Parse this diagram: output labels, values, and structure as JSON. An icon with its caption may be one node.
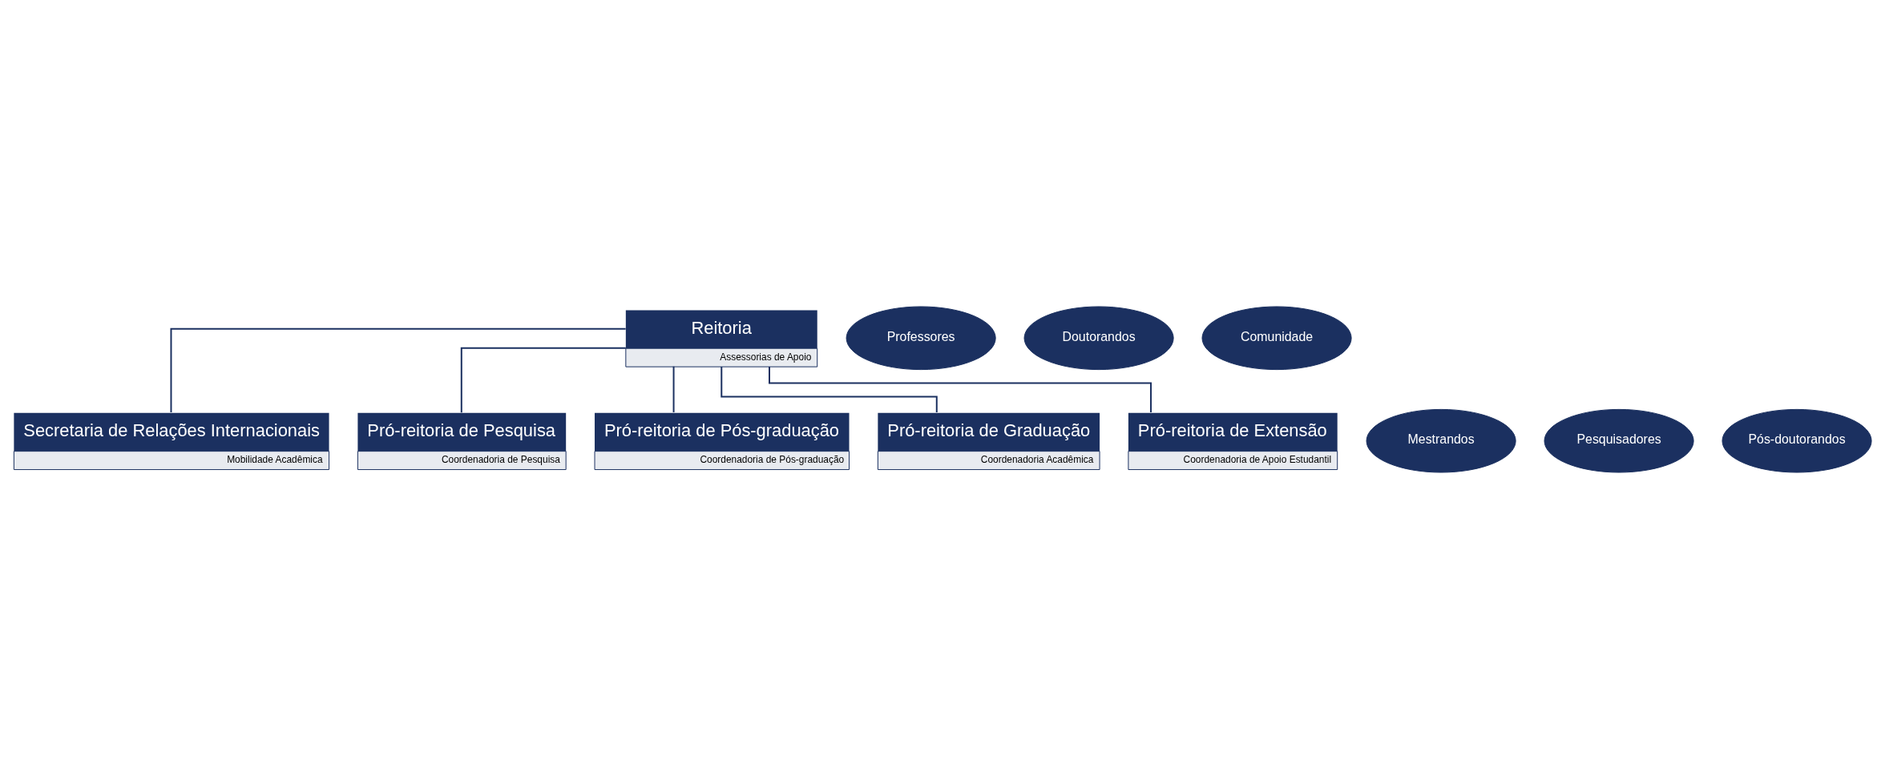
{
  "diagram": {
    "nodes": [
      {
        "text": [
          "Reitoria",
          "Assessorias de Apoio"
        ]
      },
      {
        "text": [
          "Professores"
        ]
      },
      {
        "text": [
          "Doutorandos"
        ]
      },
      {
        "text": [
          "Comunidade"
        ]
      },
      {
        "text": [
          "Mestrandos"
        ]
      },
      {
        "text": [
          "Secretaria de Relações Internacionais",
          "Mobilidade Acadêmica"
        ]
      },
      {
        "text": [
          "Pesquisadores"
        ]
      },
      {
        "text": [
          "Pós-doutorandos"
        ]
      },
      {
        "text": [
          "Pró-reitoria de Pesquisa",
          "Coordenadoria de Pesquisa"
        ]
      },
      {
        "text": [
          "Pró-reitoria de Pós-graduação",
          "Coordenadoria de Pós-graduação"
        ]
      },
      {
        "text": [
          "Pró-reitoria de Graduação",
          "Coordenadoria Acadêmica"
        ]
      },
      {
        "text": [
          "Pró-reitoria de Extensão",
          "Coordenadoria de Apoio Estudantil"
        ]
      }
    ],
    "edges": [
      {
        "from": 0,
        "to": 5,
        "arrow": "none"
      },
      {
        "from": 0,
        "to": 8,
        "arrow": "none"
      },
      {
        "from": 0,
        "to": 9,
        "arrow": "none"
      },
      {
        "from": 0,
        "to": 10,
        "arrow": "none"
      },
      {
        "from": 0,
        "to": 11,
        "arrow": "none"
      }
    ]
  }
}
